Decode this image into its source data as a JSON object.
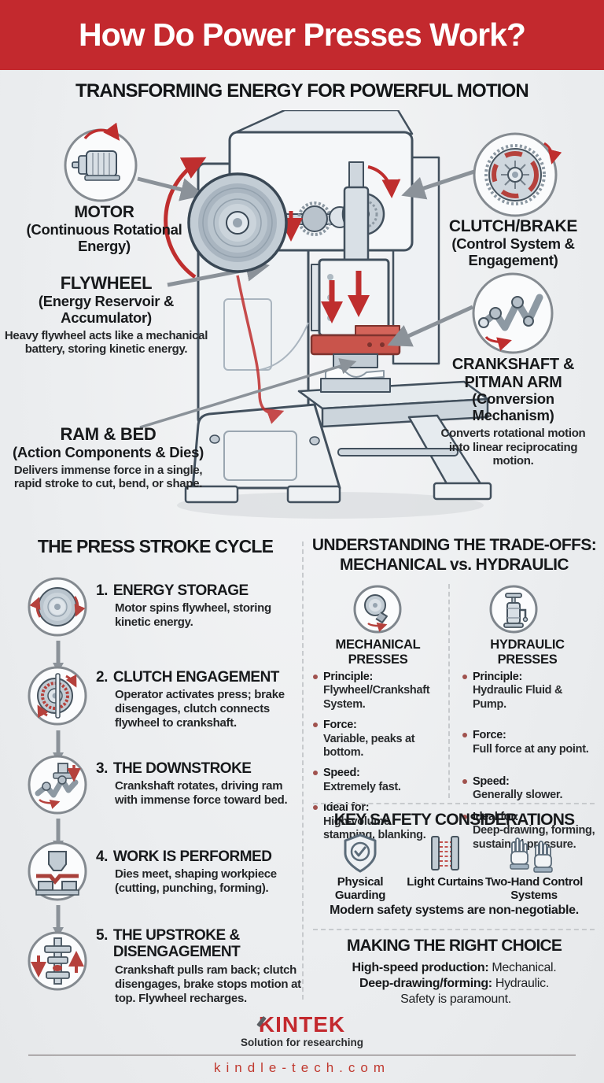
{
  "colors": {
    "header_red": "#c3292e",
    "accent_red": "#bf2e2e",
    "die_red": "#c9544b",
    "steel_dark": "#42505d",
    "steel_mid": "#b9c4cf",
    "steel_light": "#e8edf1",
    "divider": "#c7cacd"
  },
  "header": {
    "title": "How Do Power Presses Work?"
  },
  "section1": {
    "title": "TRANSFORMING ENERGY FOR POWERFUL MOTION",
    "callouts": {
      "motor": {
        "title": "MOTOR",
        "subtitle": "(Continuous Rotational Energy)"
      },
      "flywheel": {
        "title": "FLYWHEEL",
        "subtitle": "(Energy Reservoir & Accumulator)",
        "desc": "Heavy flywheel acts like a mechanical battery, storing kinetic energy."
      },
      "clutch": {
        "title": "CLUTCH/BRAKE",
        "subtitle": "(Control System & Engagement)"
      },
      "crankshaft": {
        "title": "CRANKSHAFT & PITMAN ARM",
        "subtitle": "(Conversion Mechanism)",
        "desc": "Converts rotational motion into linear reciprocating motion."
      },
      "rambed": {
        "title": "RAM & BED",
        "subtitle": "(Action Components & Dies)",
        "desc": "Delivers immense force in a single, rapid stroke to cut, bend, or shape."
      }
    }
  },
  "cycle": {
    "title": "THE PRESS STROKE CYCLE",
    "steps": [
      {
        "num": "1.",
        "title": "ENERGY STORAGE",
        "desc": "Motor spins flywheel, storing kinetic energy."
      },
      {
        "num": "2.",
        "title": "CLUTCH ENGAGEMENT",
        "desc": "Operator activates press; brake disengages, clutch connects flywheel to crankshaft."
      },
      {
        "num": "3.",
        "title": "THE DOWNSTROKE",
        "desc": "Crankshaft rotates, driving ram with immense force toward bed."
      },
      {
        "num": "4.",
        "title": "WORK IS PERFORMED",
        "desc": "Dies meet, shaping workpiece (cutting, punching, forming)."
      },
      {
        "num": "5.",
        "title": "THE UPSTROKE & DISENGAGEMENT",
        "desc": "Crankshaft pulls ram back; clutch disengages, brake stops motion at top. Flywheel recharges."
      }
    ]
  },
  "tradeoffs": {
    "title_line1": "UNDERSTANDING THE TRADE-OFFS:",
    "title_line2": "MECHANICAL vs. HYDRAULIC",
    "mechanical": {
      "title": "MECHANICAL PRESSES",
      "bullets": [
        {
          "label": "Principle:",
          "value": "Flywheel/Crankshaft System."
        },
        {
          "label": "Force:",
          "value": "Variable, peaks at bottom."
        },
        {
          "label": "Speed:",
          "value": "Extremely fast."
        },
        {
          "label": "Ideal for:",
          "value": "High-volume stamping, blanking."
        }
      ]
    },
    "hydraulic": {
      "title": "HYDRAULIC PRESSES",
      "bullets": [
        {
          "label": "Principle:",
          "value": "Hydraulic Fluid & Pump."
        },
        {
          "label": "Force:",
          "value": "Full force at any point."
        },
        {
          "label": "Speed:",
          "value": "Generally slower."
        },
        {
          "label": "Ideal for:",
          "value": "Deep-drawing, forming, sustained pressure."
        }
      ]
    }
  },
  "safety": {
    "title": "KEY SAFETY CONSIDERATIONS",
    "items": [
      {
        "label": "Physical Guarding",
        "icon": "shield-check-icon"
      },
      {
        "label": "Light Curtains",
        "icon": "light-curtain-icon"
      },
      {
        "label": "Two-Hand Control Systems",
        "icon": "two-hands-icon"
      }
    ],
    "note": "Modern safety systems are non-negotiable."
  },
  "choice": {
    "title": "MAKING THE RIGHT CHOICE",
    "lines": [
      {
        "label": "High-speed production:",
        "value": "Mechanical."
      },
      {
        "label": "Deep-drawing/forming:",
        "value": "Hydraulic."
      },
      {
        "label": "",
        "value": "Safety is paramount."
      }
    ]
  },
  "footer": {
    "brand": "KINTEK",
    "tagline": "Solution for researching",
    "website": "kindle-tech.com"
  }
}
